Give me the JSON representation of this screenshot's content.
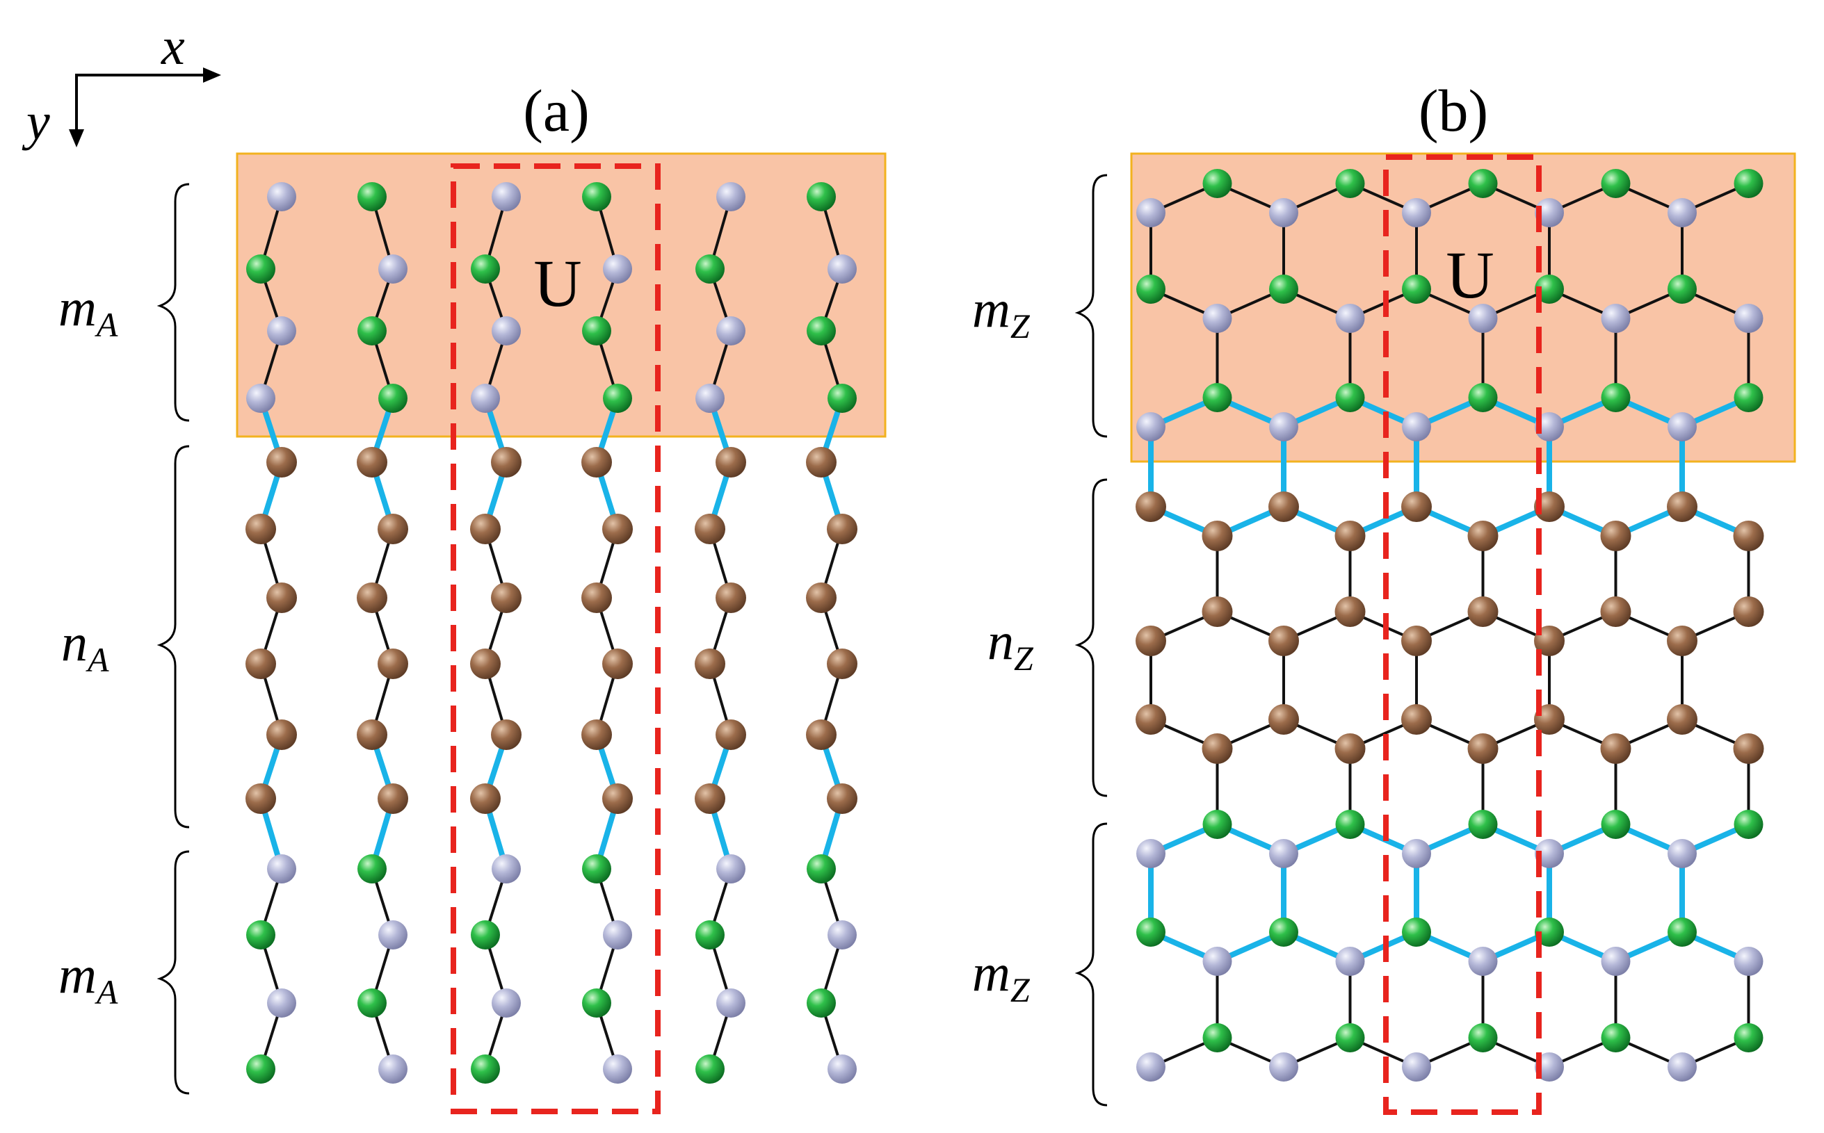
{
  "axes": {
    "x_label": "x",
    "y_label": "y"
  },
  "panels": [
    {
      "id": "a",
      "label": "(a)",
      "highlight_label": "U",
      "brackets": [
        {
          "symbol": "m",
          "subscript": "A"
        },
        {
          "symbol": "n",
          "subscript": "A"
        },
        {
          "symbol": "m",
          "subscript": "A"
        }
      ],
      "lattice": "armchair"
    },
    {
      "id": "b",
      "label": "(b)",
      "highlight_label": "U",
      "brackets": [
        {
          "symbol": "m",
          "subscript": "Z"
        },
        {
          "symbol": "n",
          "subscript": "Z"
        },
        {
          "symbol": "m",
          "subscript": "Z"
        }
      ],
      "lattice": "zigzag"
    }
  ],
  "colors": {
    "atom_green": "#1aa83a",
    "atom_lavender": "#a9adcf",
    "atom_brown": "#98694a",
    "bond_black": "#111111",
    "bond_blue": "#19b3e8",
    "region_fill": "#f9c4a6",
    "region_border": "#f2b21f",
    "cell_dash": "#e8241e"
  }
}
